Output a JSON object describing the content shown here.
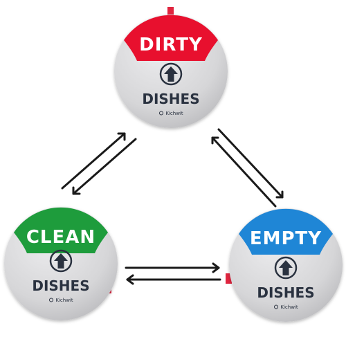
{
  "magnets": [
    {
      "status": "DIRTY",
      "label": "DISHES",
      "brand": "Kichwit",
      "band_color": "#e8102e"
    },
    {
      "status": "CLEAN",
      "label": "DISHES",
      "brand": "Kichwit",
      "band_color": "#1e9c3c"
    },
    {
      "status": "EMPTY",
      "label": "DISHES",
      "brand": "Kichwit",
      "band_color": "#1f86d6"
    }
  ],
  "colors": {
    "body": "#d9d9db",
    "label_text": "#2a3240",
    "tab": "#e0253f",
    "arrows": "#1a1a1a"
  }
}
